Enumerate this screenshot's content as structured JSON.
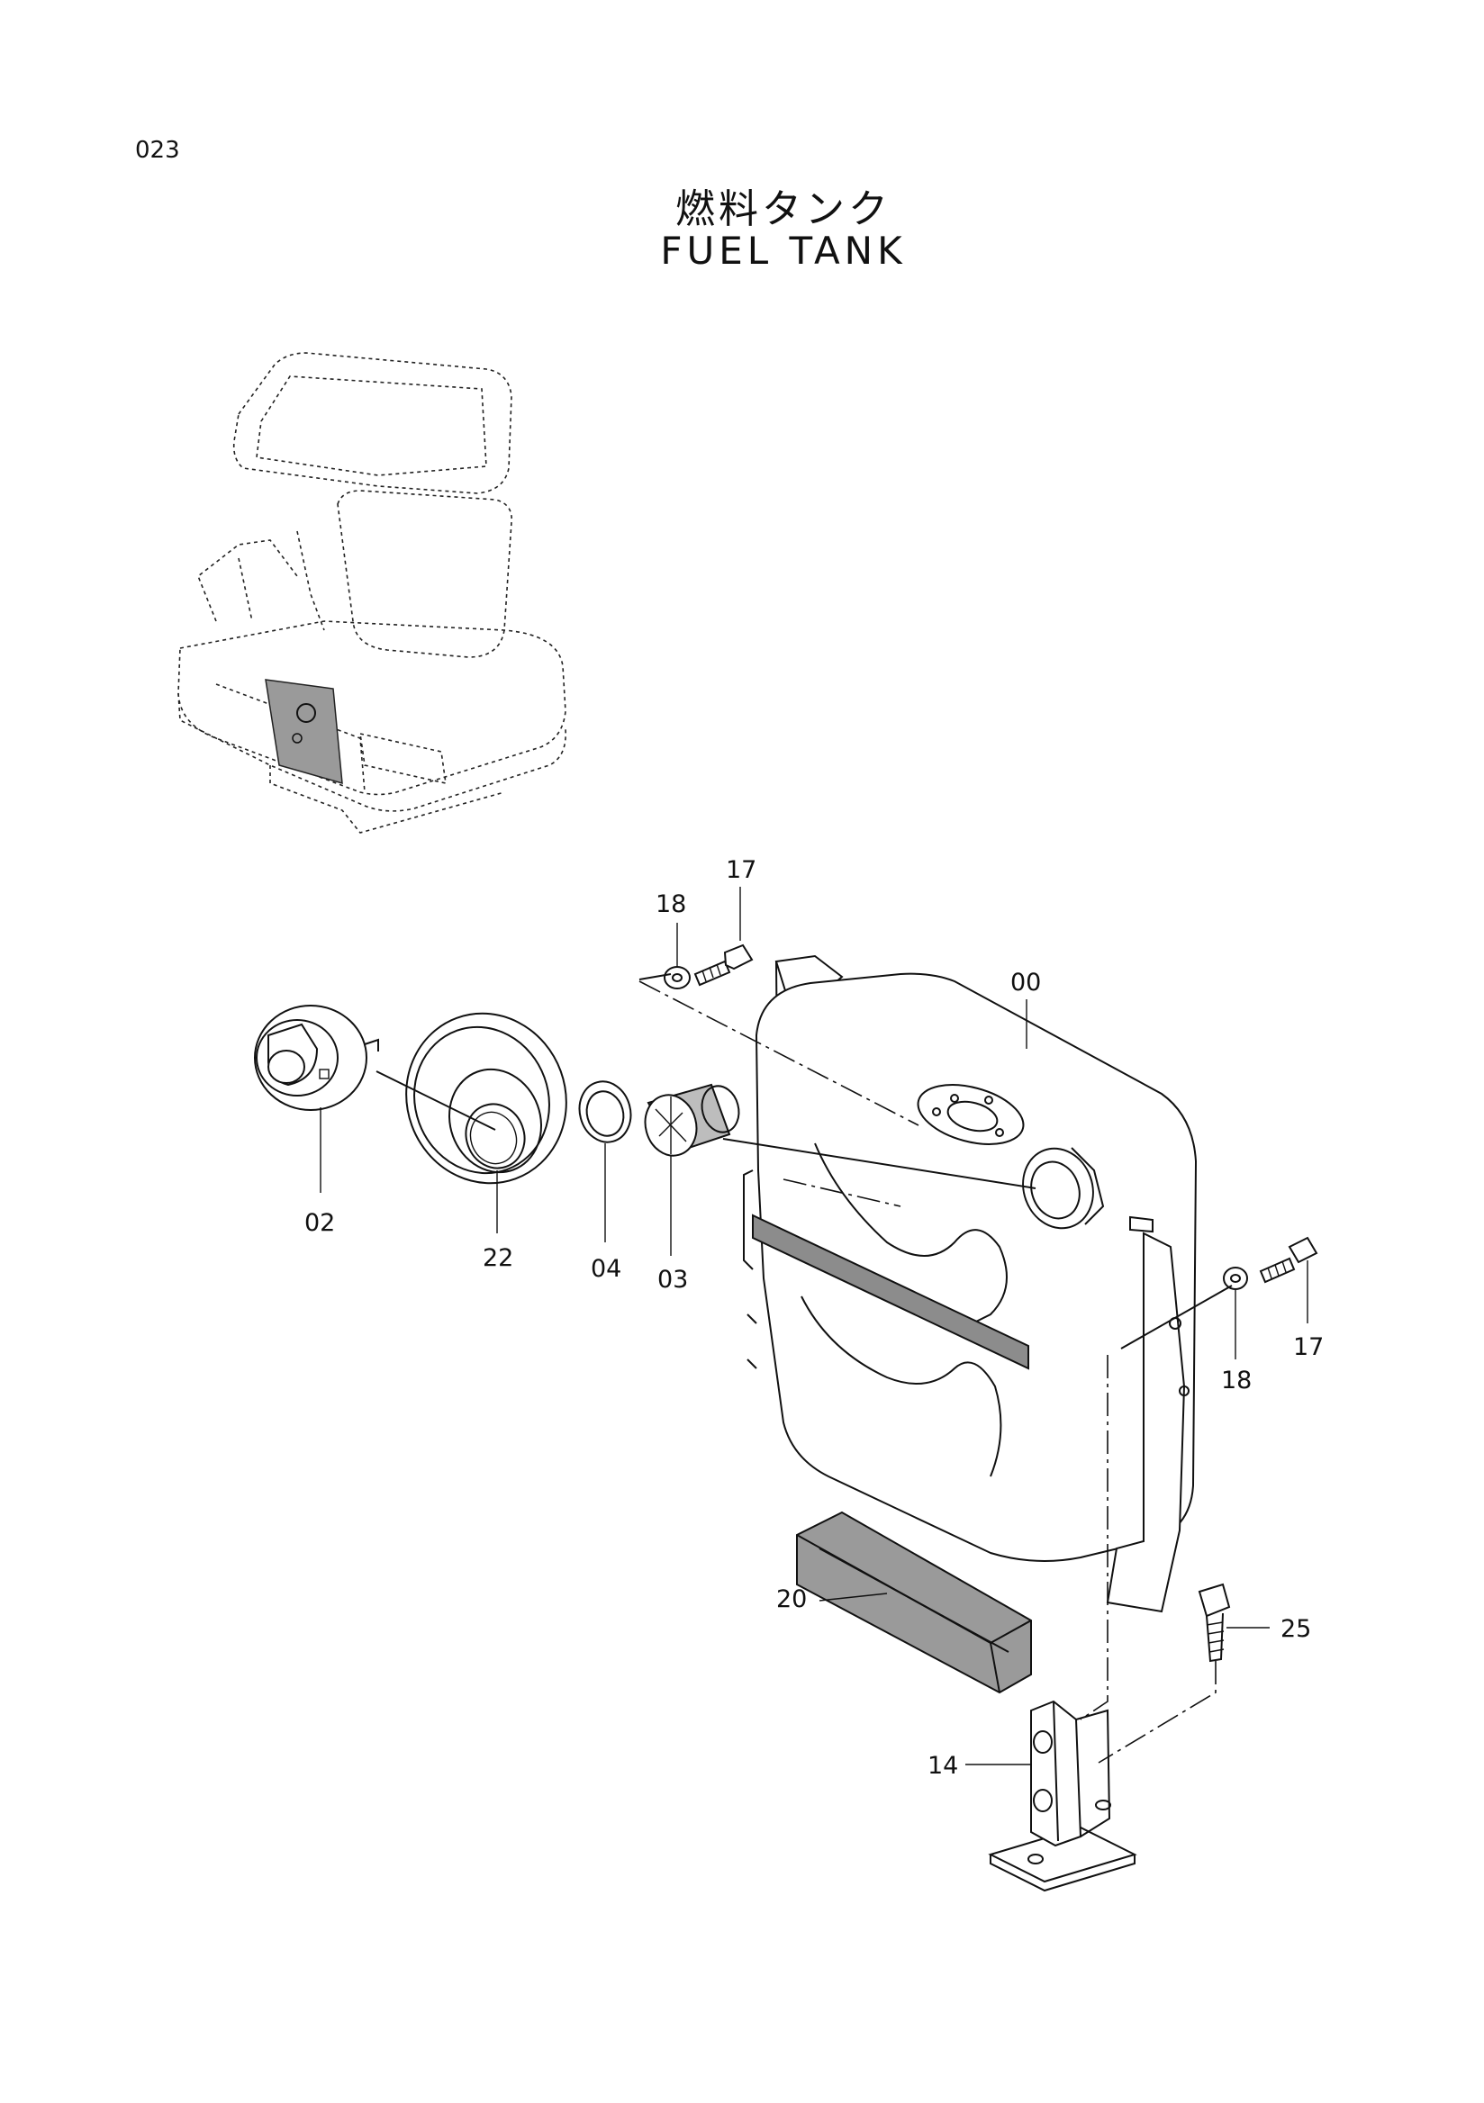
{
  "header": {
    "page_number": "023",
    "title_jp": "燃料タンク",
    "title_en": "FUEL  TANK"
  },
  "callouts": {
    "fuel_tank": "00",
    "cap": "02",
    "strainer": "03",
    "seal_ring": "04",
    "bracket": "14",
    "bolt_top": "17",
    "washer_top": "18",
    "bolt_side": "17",
    "washer_side": "18",
    "cushion": "20",
    "boot": "22",
    "bolt_bracket": "25"
  }
}
